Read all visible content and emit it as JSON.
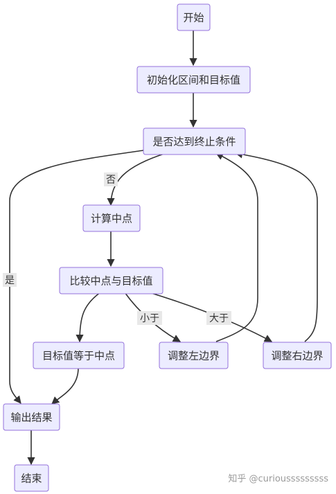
{
  "nodes": {
    "start": "开始",
    "init": "初始化区间和目标值",
    "check": "是否达到终止条件",
    "compute_mid": "计算中点",
    "compare": "比较中点与目标值",
    "equal": "目标值等于中点",
    "adjust_left": "调整左边界",
    "adjust_right": "调整右边界",
    "output": "输出结果",
    "end": "结束"
  },
  "edge_labels": {
    "yes": "是",
    "no": "否",
    "less": "小于",
    "greater": "大于"
  },
  "colors": {
    "node_fill": "#ECECFF",
    "node_stroke": "#9370DB",
    "edge": "#333333",
    "label_bg": "#E8E8E8"
  },
  "watermark": "知乎 @curiousssssssss"
}
